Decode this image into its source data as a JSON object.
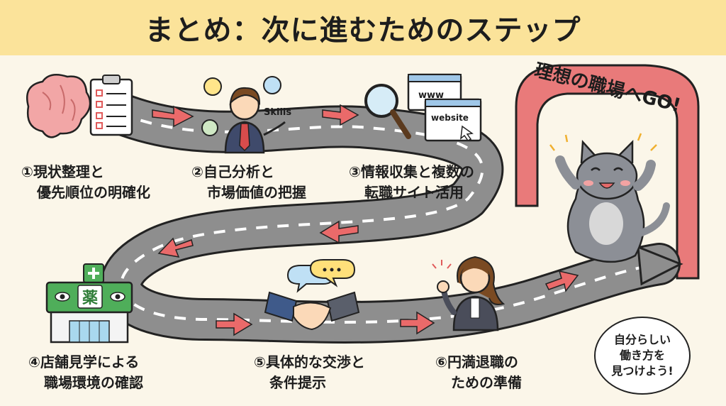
{
  "title": "まとめ：次に進むためのステップ",
  "steps": [
    {
      "num": "①",
      "line1": "現状整理と",
      "line2": "優先順位の明確化",
      "icon": "brain-checklist-icon"
    },
    {
      "num": "②",
      "line1": "自己分析と",
      "line2": "市場価値の把握",
      "icon": "businessman-skills-icon"
    },
    {
      "num": "③",
      "line1": "情報収集と複数の",
      "line2": "転職サイト活用",
      "icon": "magnifier-websites-icon"
    },
    {
      "num": "④",
      "line1": "店舗見学による",
      "line2": "職場環境の確認",
      "icon": "pharmacy-store-icon"
    },
    {
      "num": "⑤",
      "line1": "具体的な交渉と",
      "line2": "条件提示",
      "icon": "handshake-icon"
    },
    {
      "num": "⑥",
      "line1": "円満退職の",
      "line2": "ための準備",
      "icon": "waving-woman-icon"
    }
  ],
  "icon_labels": {
    "skills": "Skills",
    "www": "www",
    "website": "website",
    "pharmacy_sign": "薬"
  },
  "goal_arch": "理想の職場へGO!",
  "bubble": {
    "line1": "自分らしい",
    "line2": "働き方を",
    "line3": "見つけよう!"
  },
  "colors": {
    "header": "#fbe39a",
    "background": "#fbf6e9",
    "road": "#8e8e8e",
    "arrow": "#ea6a6a",
    "arch": "#e97a7a",
    "pharmacy": "#4fae5a"
  }
}
